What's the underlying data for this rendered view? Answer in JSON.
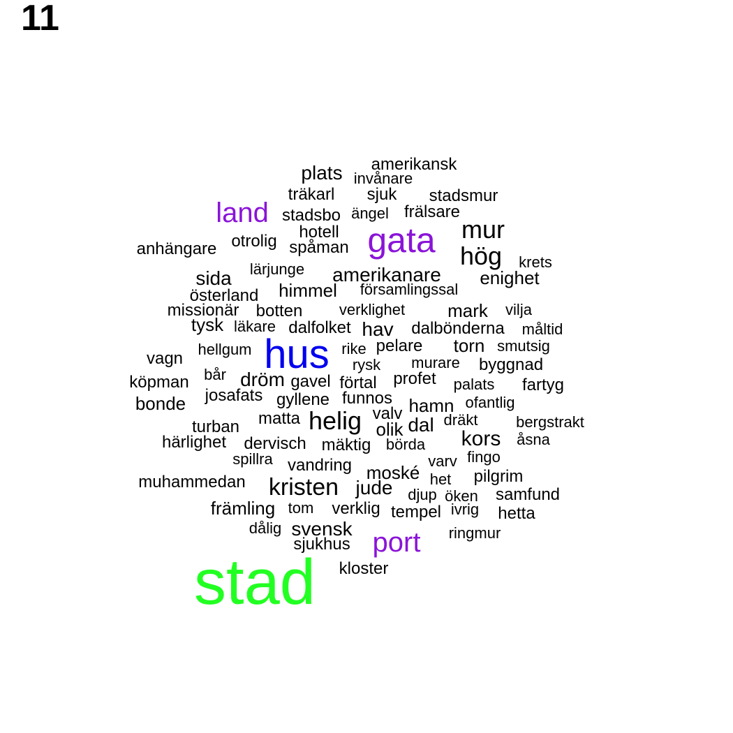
{
  "panel_label": "11",
  "chart_data": {
    "type": "wordcloud",
    "colors": {
      "high": "#22ff22",
      "mid": "#0000ee",
      "low": "#8a14d8",
      "base": "#000000"
    },
    "words": [
      {
        "text": "stad",
        "weight": 10,
        "color": "high"
      },
      {
        "text": "hus",
        "weight": 6,
        "color": "mid"
      },
      {
        "text": "gata",
        "weight": 5,
        "color": "low"
      },
      {
        "text": "land",
        "weight": 4,
        "color": "low"
      },
      {
        "text": "port",
        "weight": 4,
        "color": "low"
      },
      {
        "text": "helig",
        "weight": 3,
        "color": "base"
      },
      {
        "text": "kristen",
        "weight": 3,
        "color": "base"
      },
      {
        "text": "mur",
        "weight": 3,
        "color": "base"
      },
      {
        "text": "hög",
        "weight": 3,
        "color": "base"
      },
      {
        "text": "plats",
        "weight": 2,
        "color": "base"
      },
      {
        "text": "sida",
        "weight": 2,
        "color": "base"
      },
      {
        "text": "amerikanare",
        "weight": 2,
        "color": "base"
      },
      {
        "text": "enighet",
        "weight": 2,
        "color": "base"
      },
      {
        "text": "himmel",
        "weight": 2,
        "color": "base"
      },
      {
        "text": "mark",
        "weight": 2,
        "color": "base"
      },
      {
        "text": "hav",
        "weight": 2,
        "color": "base"
      },
      {
        "text": "torn",
        "weight": 2,
        "color": "base"
      },
      {
        "text": "dröm",
        "weight": 2,
        "color": "base"
      },
      {
        "text": "kors",
        "weight": 2,
        "color": "base"
      },
      {
        "text": "jude",
        "weight": 2,
        "color": "base"
      },
      {
        "text": "svensk",
        "weight": 2,
        "color": "base"
      },
      {
        "text": "hamn",
        "weight": 2,
        "color": "base"
      },
      {
        "text": "dal",
        "weight": 2,
        "color": "base"
      },
      {
        "text": "olik",
        "weight": 2,
        "color": "base"
      },
      {
        "text": "moské",
        "weight": 2,
        "color": "base"
      },
      {
        "text": "amerikansk",
        "weight": 1,
        "color": "base"
      },
      {
        "text": "invånare",
        "weight": 1,
        "color": "base"
      },
      {
        "text": "träkarl",
        "weight": 1,
        "color": "base"
      },
      {
        "text": "sjuk",
        "weight": 1,
        "color": "base"
      },
      {
        "text": "stadsmur",
        "weight": 1,
        "color": "base"
      },
      {
        "text": "stadsbo",
        "weight": 1,
        "color": "base"
      },
      {
        "text": "ängel",
        "weight": 1,
        "color": "base"
      },
      {
        "text": "frälsare",
        "weight": 1,
        "color": "base"
      },
      {
        "text": "hotell",
        "weight": 1,
        "color": "base"
      },
      {
        "text": "otrolig",
        "weight": 1,
        "color": "base"
      },
      {
        "text": "spåman",
        "weight": 1,
        "color": "base"
      },
      {
        "text": "anhängare",
        "weight": 1,
        "color": "base"
      },
      {
        "text": "krets",
        "weight": 1,
        "color": "base"
      },
      {
        "text": "lärjunge",
        "weight": 1,
        "color": "base"
      },
      {
        "text": "österland",
        "weight": 1,
        "color": "base"
      },
      {
        "text": "församlingssal",
        "weight": 1,
        "color": "base"
      },
      {
        "text": "missionär",
        "weight": 1,
        "color": "base"
      },
      {
        "text": "botten",
        "weight": 1,
        "color": "base"
      },
      {
        "text": "verklighet",
        "weight": 1,
        "color": "base"
      },
      {
        "text": "vilja",
        "weight": 1,
        "color": "base"
      },
      {
        "text": "tysk",
        "weight": 1,
        "color": "base"
      },
      {
        "text": "läkare",
        "weight": 1,
        "color": "base"
      },
      {
        "text": "dalfolket",
        "weight": 1,
        "color": "base"
      },
      {
        "text": "dalbönderna",
        "weight": 1,
        "color": "base"
      },
      {
        "text": "måltid",
        "weight": 1,
        "color": "base"
      },
      {
        "text": "hellgum",
        "weight": 1,
        "color": "base"
      },
      {
        "text": "rike",
        "weight": 1,
        "color": "base"
      },
      {
        "text": "pelare",
        "weight": 1,
        "color": "base"
      },
      {
        "text": "smutsig",
        "weight": 1,
        "color": "base"
      },
      {
        "text": "vagn",
        "weight": 1,
        "color": "base"
      },
      {
        "text": "rysk",
        "weight": 1,
        "color": "base"
      },
      {
        "text": "murare",
        "weight": 1,
        "color": "base"
      },
      {
        "text": "byggnad",
        "weight": 1,
        "color": "base"
      },
      {
        "text": "bår",
        "weight": 1,
        "color": "base"
      },
      {
        "text": "köpman",
        "weight": 1,
        "color": "base"
      },
      {
        "text": "gavel",
        "weight": 1,
        "color": "base"
      },
      {
        "text": "förtal",
        "weight": 1,
        "color": "base"
      },
      {
        "text": "profet",
        "weight": 1,
        "color": "base"
      },
      {
        "text": "palats",
        "weight": 1,
        "color": "base"
      },
      {
        "text": "fartyg",
        "weight": 1,
        "color": "base"
      },
      {
        "text": "josafats",
        "weight": 1,
        "color": "base"
      },
      {
        "text": "bonde",
        "weight": 1,
        "color": "base"
      },
      {
        "text": "gyllene",
        "weight": 1,
        "color": "base"
      },
      {
        "text": "funnos",
        "weight": 1,
        "color": "base"
      },
      {
        "text": "ofantlig",
        "weight": 1,
        "color": "base"
      },
      {
        "text": "valv",
        "weight": 1,
        "color": "base"
      },
      {
        "text": "matta",
        "weight": 1,
        "color": "base"
      },
      {
        "text": "dräkt",
        "weight": 1,
        "color": "base"
      },
      {
        "text": "bergstrakt",
        "weight": 1,
        "color": "base"
      },
      {
        "text": "turban",
        "weight": 1,
        "color": "base"
      },
      {
        "text": "härlighet",
        "weight": 1,
        "color": "base"
      },
      {
        "text": "dervisch",
        "weight": 1,
        "color": "base"
      },
      {
        "text": "mäktig",
        "weight": 1,
        "color": "base"
      },
      {
        "text": "börda",
        "weight": 1,
        "color": "base"
      },
      {
        "text": "åsna",
        "weight": 1,
        "color": "base"
      },
      {
        "text": "spillra",
        "weight": 1,
        "color": "base"
      },
      {
        "text": "fingo",
        "weight": 1,
        "color": "base"
      },
      {
        "text": "vandring",
        "weight": 1,
        "color": "base"
      },
      {
        "text": "varv",
        "weight": 1,
        "color": "base"
      },
      {
        "text": "pilgrim",
        "weight": 1,
        "color": "base"
      },
      {
        "text": "het",
        "weight": 1,
        "color": "base"
      },
      {
        "text": "muhammedan",
        "weight": 1,
        "color": "base"
      },
      {
        "text": "djup",
        "weight": 1,
        "color": "base"
      },
      {
        "text": "öken",
        "weight": 1,
        "color": "base"
      },
      {
        "text": "samfund",
        "weight": 1,
        "color": "base"
      },
      {
        "text": "främling",
        "weight": 1,
        "color": "base"
      },
      {
        "text": "tom",
        "weight": 1,
        "color": "base"
      },
      {
        "text": "verklig",
        "weight": 1,
        "color": "base"
      },
      {
        "text": "tempel",
        "weight": 1,
        "color": "base"
      },
      {
        "text": "ivrig",
        "weight": 1,
        "color": "base"
      },
      {
        "text": "hetta",
        "weight": 1,
        "color": "base"
      },
      {
        "text": "dålig",
        "weight": 1,
        "color": "base"
      },
      {
        "text": "ringmur",
        "weight": 1,
        "color": "base"
      },
      {
        "text": "sjukhus",
        "weight": 1,
        "color": "base"
      },
      {
        "text": "kloster",
        "weight": 1,
        "color": "base"
      }
    ]
  }
}
